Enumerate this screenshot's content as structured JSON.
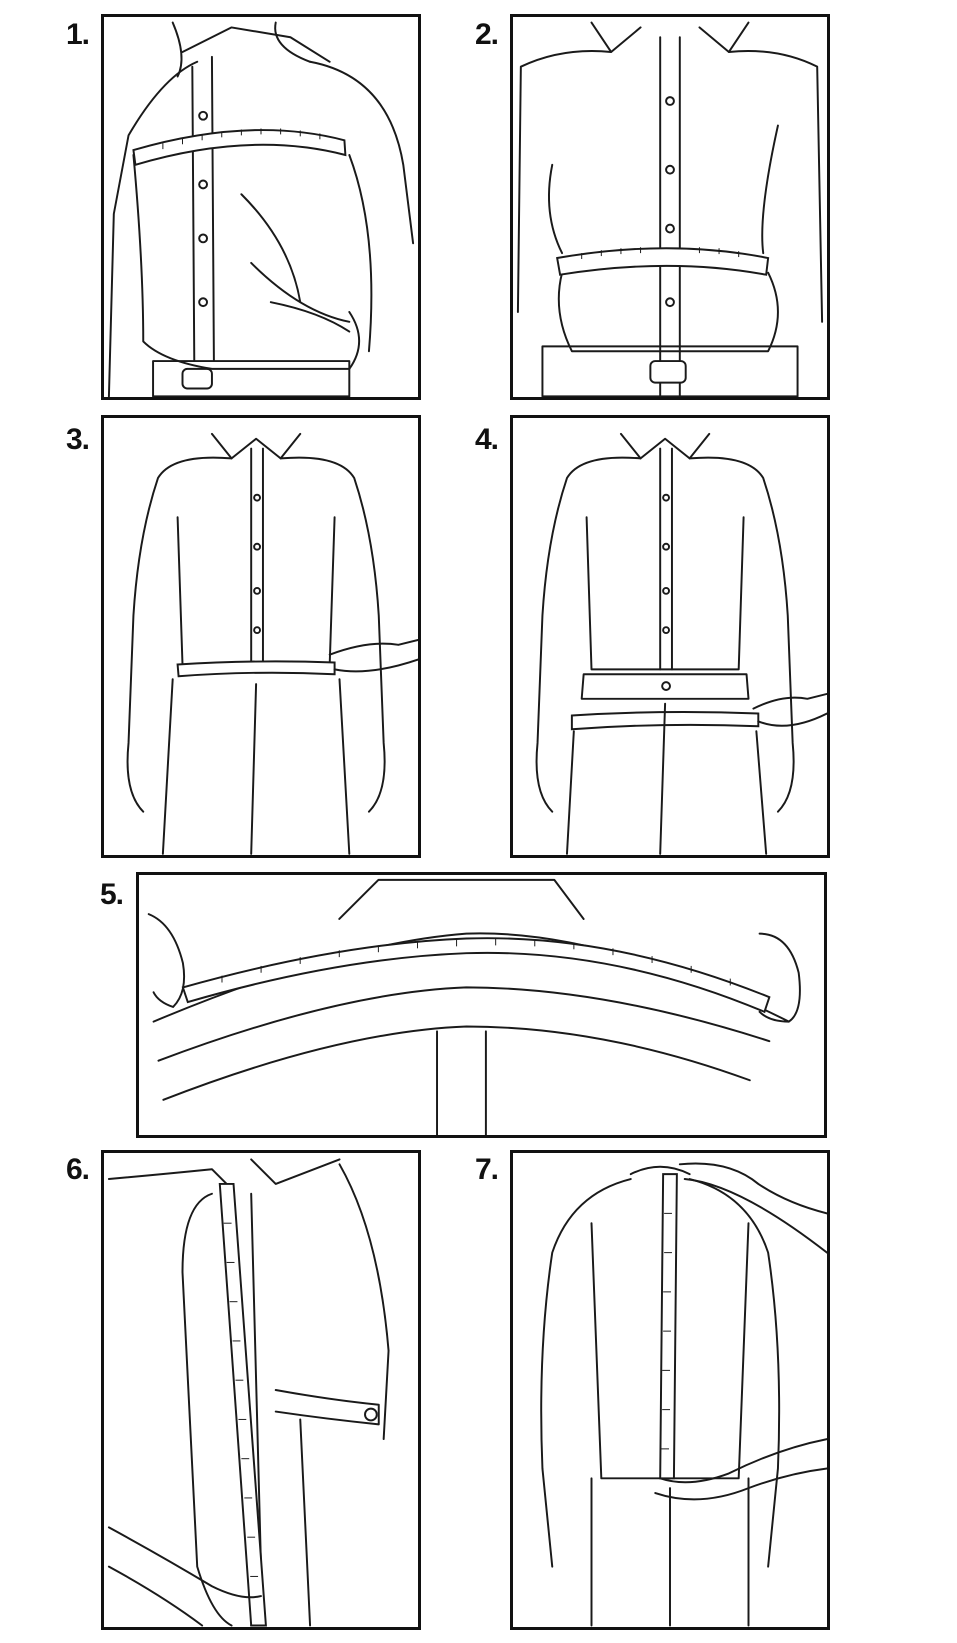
{
  "steps": [
    {
      "number": "1.",
      "subject": "chest-measurement"
    },
    {
      "number": "2.",
      "subject": "stomach-measurement"
    },
    {
      "number": "3.",
      "subject": "waist-measurement"
    },
    {
      "number": "4.",
      "subject": "seat-measurement"
    },
    {
      "number": "5.",
      "subject": "shoulder-width-measurement"
    },
    {
      "number": "6.",
      "subject": "sleeve-length-measurement"
    },
    {
      "number": "7.",
      "subject": "shirt-length-measurement"
    }
  ],
  "colors": {
    "line": "#1a1a1a",
    "background": "#ffffff",
    "border": "#111111"
  }
}
